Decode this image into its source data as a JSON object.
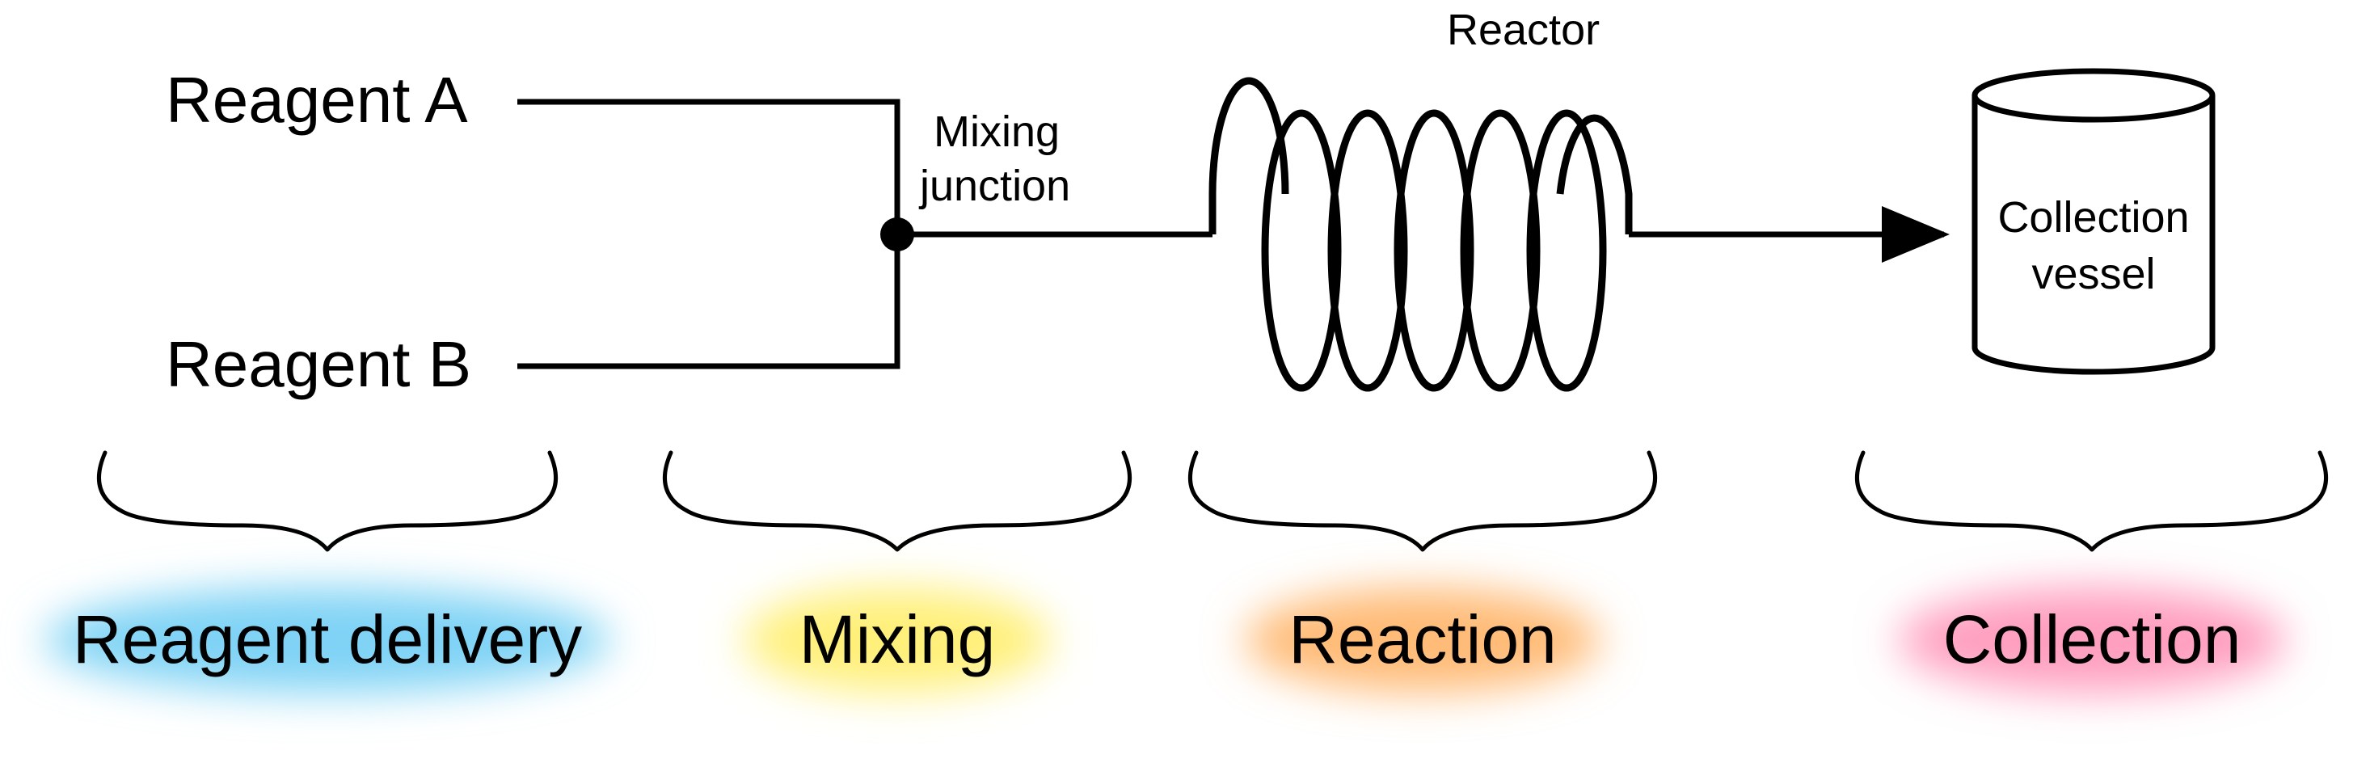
{
  "reagents": {
    "a": "Reagent A",
    "b": "Reagent B"
  },
  "mixing_junction": {
    "line1": "Mixing",
    "line2": "junction"
  },
  "reactor": {
    "label": "Reactor"
  },
  "collection_vessel": {
    "line1": "Collection",
    "line2": "vessel"
  },
  "stages": [
    {
      "label": "Reagent delivery",
      "color": "#7fd3f5"
    },
    {
      "label": "Mixing",
      "color": "#fff07a"
    },
    {
      "label": "Reaction",
      "color": "#ffbb77"
    },
    {
      "label": "Collection",
      "color": "#ff9fbf"
    }
  ],
  "colors": {
    "line": "#000000",
    "background": "#ffffff"
  }
}
